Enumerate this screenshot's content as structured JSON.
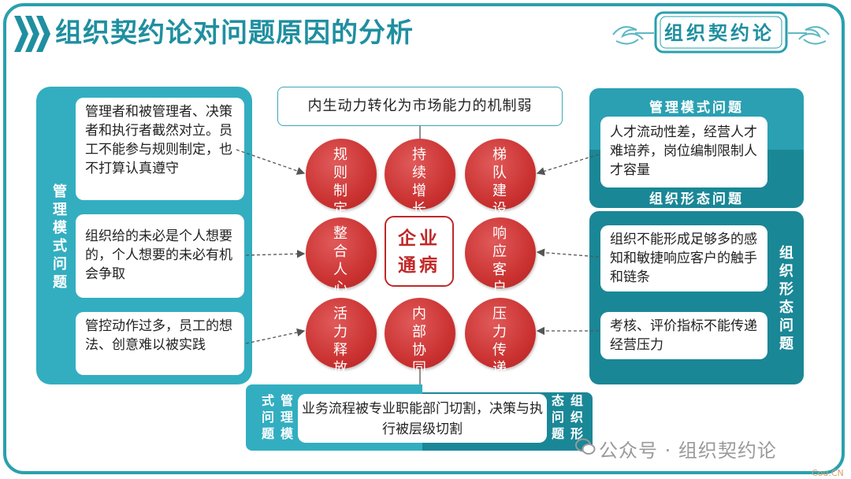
{
  "header": {
    "title": "组织契约论对问题原因的分析",
    "badge": "组织契约论"
  },
  "left_panel": {
    "label": "管理模式问题",
    "items": [
      "管理者和被管理者、决策者和执行者截然对立。员工不能参与规则制定，也不打算认真遵守",
      "组织给的未必是个人想要的，个人想要的未必有机会争取",
      "管控动作过多，员工的想法、创意难以被实践"
    ]
  },
  "right_panel": {
    "top_label": "管理模式问题",
    "top_item": "人才流动性差，经营人才难培养，岗位编制限制人才容量",
    "mid_label": "组织形态问题",
    "side_label": "组织形态问题",
    "items": [
      "组织不能形成足够多的感知和敏捷响应客户的触手和链条",
      "考核、评价指标不能传递经营压力"
    ]
  },
  "top_box": "内生动力转化为市场能力的机制弱",
  "center": "企业通病",
  "circles": [
    "规则制定难",
    "持续增长难",
    "梯队建设难",
    "整合人心难",
    "响应客户难",
    "活力释放难",
    "内部协同难",
    "压力传递难"
  ],
  "bottom": {
    "text": "业务流程被专业职能部门切割，决策与执行被层级切割",
    "left_label": "管理模式问题",
    "right_label": "组织形态问题"
  },
  "watermark": "公众号 · 组织契约论",
  "corner_mark": "Cou.CN",
  "colors": {
    "teal": "#32aec0",
    "dark_teal": "#1a8796",
    "red": "#c9302f",
    "title": "#1f8fa0"
  }
}
